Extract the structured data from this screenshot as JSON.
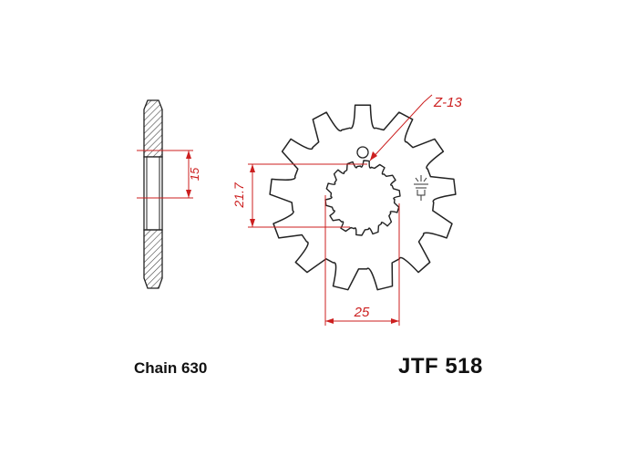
{
  "drawing": {
    "tooth_count_label": "Z-13",
    "hub_width_label": "15",
    "spline_diameter_label": "21.7",
    "bore_width_label": "25"
  },
  "captions": {
    "chain": "Chain 630",
    "model": "JTF 518"
  },
  "colors": {
    "outline": "#222222",
    "dimension": "#cc1f1f",
    "background": "#ffffff"
  },
  "icons": {
    "logo": "hammer-logo-icon"
  }
}
